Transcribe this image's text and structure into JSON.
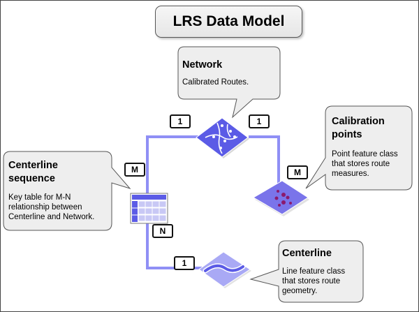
{
  "title": "LRS Data Model",
  "cards": {
    "network": {
      "title": "Network",
      "text": "Calibrated Routes."
    },
    "calibration": {
      "title_line1": "Calibration",
      "title_line2": "points",
      "text_line1": "Point feature class",
      "text_line2": "that stores route",
      "text_line3": "measures."
    },
    "sequence": {
      "title_line1": "Centerline",
      "title_line2": "sequence",
      "text_line1": "Key table for M-N",
      "text_line2": "relationship between",
      "text_line3": "Centerline and Network."
    },
    "centerline": {
      "title": "Centerline",
      "text_line1": "Line feature class",
      "text_line2": "that stores route",
      "text_line3": "geometry."
    }
  },
  "badges": {
    "network_left": "1",
    "network_right": "1",
    "calibration": "M",
    "sequence_top": "M",
    "sequence_bottom": "N",
    "centerline": "1"
  },
  "icons": {
    "network": "network-diamond-icon",
    "calibration": "calibration-points-diamond-icon",
    "sequence": "table-icon",
    "centerline": "line-diamond-icon"
  },
  "colors": {
    "link": "#8f8ff5",
    "diamond_fill": "#5b5be6",
    "diamond_light": "#a9a9f5",
    "calib_fill": "#7a74ea",
    "calib_point": "#8b1a6e",
    "card_fill": "#eeeeee",
    "table_header": "#5b5be6",
    "table_cell": "#c8c8f5"
  }
}
